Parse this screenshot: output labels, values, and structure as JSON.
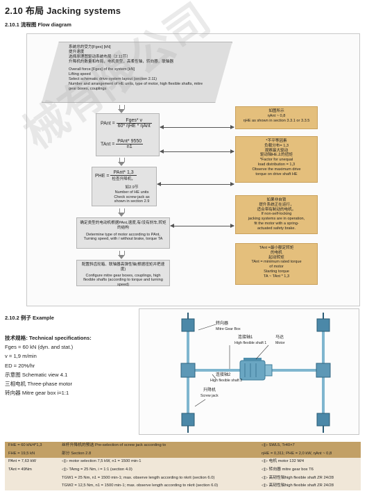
{
  "header": {
    "title": "2.10 布局 Jacking systems",
    "subtitle_flow": "2.10.1 流程图 Flow diagram",
    "subtitle_example": "2.10.2 例子 Example"
  },
  "watermark": "械有限公司",
  "flow": {
    "top": [
      "系统总的受力[Fges] [kN]",
      "提升速度",
      "选择原理图驱动系统布局（2.11节）",
      "升降机的数量和布局，电机类型，高柔性轴，转向器，联轴器",
      "",
      "Overall force [Fges] of the system [kN]",
      "Lifting speed",
      "Select schematic drive-system layout (section 2.11)",
      "Number and arrangement of HE units, type of motor, high flexible shafts, mitre gear boxes, couplings"
    ],
    "formula1": {
      "lhs": "PAnt =",
      "num": "Fges* ν",
      "den": "60* ηHE * ηAnt"
    },
    "formula2": {
      "lhs": "TAnt =",
      "num": "PAnt* 9550",
      "den": "n1"
    },
    "formula3": {
      "lhs": "PHE =",
      "num": "PAnt* 1,3",
      "den": "检查升降机，"
    },
    "formula3_text": [
      "如2.9节",
      "Number of HE units",
      "Check screw-jack as shown in section 2.9"
    ],
    "motor": [
      "确定类型的电动机根据PAnt,速度,有/没有刹车,转矩的结构",
      "Determine type of motor according to PAnt, Turning speed, with / without brake, torque TA"
    ],
    "config": [
      "配置斜齿轮箱、联轴器高弹性轴(根据扭矩并把速度)",
      "Configure mitre gear boxes, couplings, high flexible shafts (according to torque and turning speed)"
    ],
    "notes": [
      [
        "如图所示",
        "ηAnt ~ 0,8",
        "ηHE as shown in section 3.3.1 or 3.3.5"
      ],
      [
        "*不平等因素",
        "负载分布= 1,3",
        "观察最大驱动",
        "驱动轴HE上的扭矩",
        "*Factor for unequal",
        "load distribution = 1,3",
        "Observe the maximum drive",
        "torque on drive shaft HE"
      ],
      [
        "如果非自锁",
        "提升系统正在运行，",
        "适合带有制动的电机。",
        "If non-self-locking",
        "jacking systems are in operation,",
        "fit the motor with a spring-",
        "actuated safety brake."
      ],
      [
        "TAnt =最小额定转矩",
        "的电机",
        "起动转矩",
        "TAnt = minimum rated torque",
        "of motor",
        "Starting torque",
        "TA ~ TAnt * 1,3"
      ]
    ]
  },
  "spec": {
    "heading": "技术规格:  Technical specifications:",
    "lines": [
      "Fges = 60 kN (dyn. and stat.)",
      "v = 1,9 m/min",
      "ED = 20%/hr",
      "示意图 Schematic view 4.1",
      "三相电机 Three-phase motor",
      "转向器 Mitre gear box i=1:1"
    ]
  },
  "diagram": {
    "labels": {
      "mitre": "转向器",
      "mitre_en": "Mitre Gear Box",
      "shaft1": "连接轴1",
      "shaft1_en": "High flexible shaft 1",
      "motor": "马达",
      "motor_en": "Motor",
      "shaft2": "连接轴2",
      "shaft2_en": "High flexible shaft 2",
      "jack": "升降机",
      "jack_en": "Screw jack"
    }
  },
  "table": [
    {
      "tone": "dark",
      "c1": "FHE = 60 kN/4*1,3",
      "c2": "丝杆升降机的预选  Pre-selection of screw jack according to",
      "c3": "◁▷ SWL5, Tr40×7"
    },
    {
      "tone": "dark",
      "c1": "FHE = 19,5 kN",
      "c2": "部分 Section 2.8",
      "c3": "ηHE = 0,311; PHE = 2,0 kW, ηAnt ~ 0,8"
    },
    {
      "tone": "light",
      "c1": "PAnt = 7,63 kW",
      "c2": "◁▷ motor selection 7,5 kW, n1 = 1500 min-1",
      "c3": "◁▷ 电机 motor 132 M/4"
    },
    {
      "tone": "light",
      "c1": "TAnt = 49Nm",
      "c2": "◁▷ TAmg = 25 Nm, i = 1:1 (section 4.0)",
      "c3": "◁▷ 转向器 mitre gear box     T6"
    },
    {
      "tone": "light",
      "c1": "",
      "c2": "TGW1 = 25 Nm, n1 = 1500 min-1; max. observe length according to nkrit (section 6.0)",
      "c3": "◁▷ 高韧性轴high flexible shaft ZR 24/28"
    },
    {
      "tone": "light",
      "c1": "",
      "c2": "TGW2 = 12,5 Nm, n1 = 1500 min-1; max. observe length according to nkrit (section 6.0)",
      "c3": "◁▷ 高韧性轴high flexible shaft ZR 24/28"
    }
  ]
}
